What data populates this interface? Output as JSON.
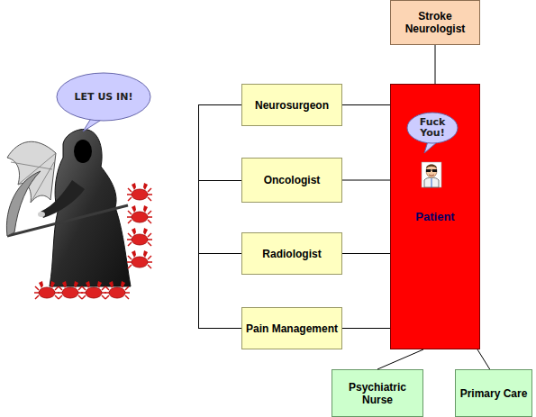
{
  "diagram": {
    "nodes": [
      {
        "text": [
          "Stroke Neurologist"
        ]
      },
      {
        "text": [
          "LET US IN!"
        ]
      },
      {
        "text": [
          "Neurosurgeon"
        ]
      },
      {
        "text": [
          "Patient"
        ]
      },
      {
        "text": [
          "Fuck You!"
        ],
        "in": 3
      },
      {
        "text": [
          "Oncologist"
        ]
      },
      {
        "text": [
          "Radiologist"
        ]
      },
      {
        "text": [
          "Pain Management"
        ]
      },
      {
        "text": [
          "Psychiatric Nurse"
        ]
      },
      {
        "text": [
          "Primary Care"
        ]
      }
    ],
    "edges": [
      {
        "from": 0,
        "to": 3,
        "arrow": "none"
      },
      {
        "from": 2,
        "to": 3,
        "arrow": "none"
      },
      {
        "from": 5,
        "to": 3,
        "arrow": "none"
      },
      {
        "from": 6,
        "to": 3,
        "arrow": "none"
      },
      {
        "from": 7,
        "to": 3,
        "arrow": "none"
      },
      {
        "from": 3,
        "to": 8,
        "arrow": "none"
      },
      {
        "from": 3,
        "to": 9,
        "arrow": "none"
      }
    ]
  }
}
